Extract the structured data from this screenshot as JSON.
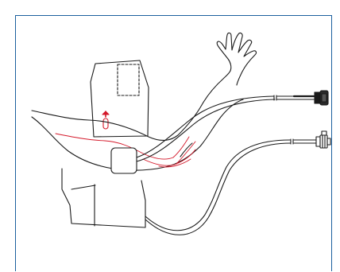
{
  "figure": {
    "frame_color": "#1b5f9e",
    "line_color": "#1a1a1a",
    "artery_color": "#d4182a",
    "marker_color": "#d4182a",
    "parts": {
      "cuff": "blood-pressure-cuff",
      "arm": "upper-arm-and-hand",
      "sensor": "cuff-sensor-pad",
      "top_cable_connector": "multi-pin-connector-icon",
      "bottom_tube_connector": "tube-coupler-icon",
      "artery_marker": "artery-index-marker-icon"
    }
  }
}
